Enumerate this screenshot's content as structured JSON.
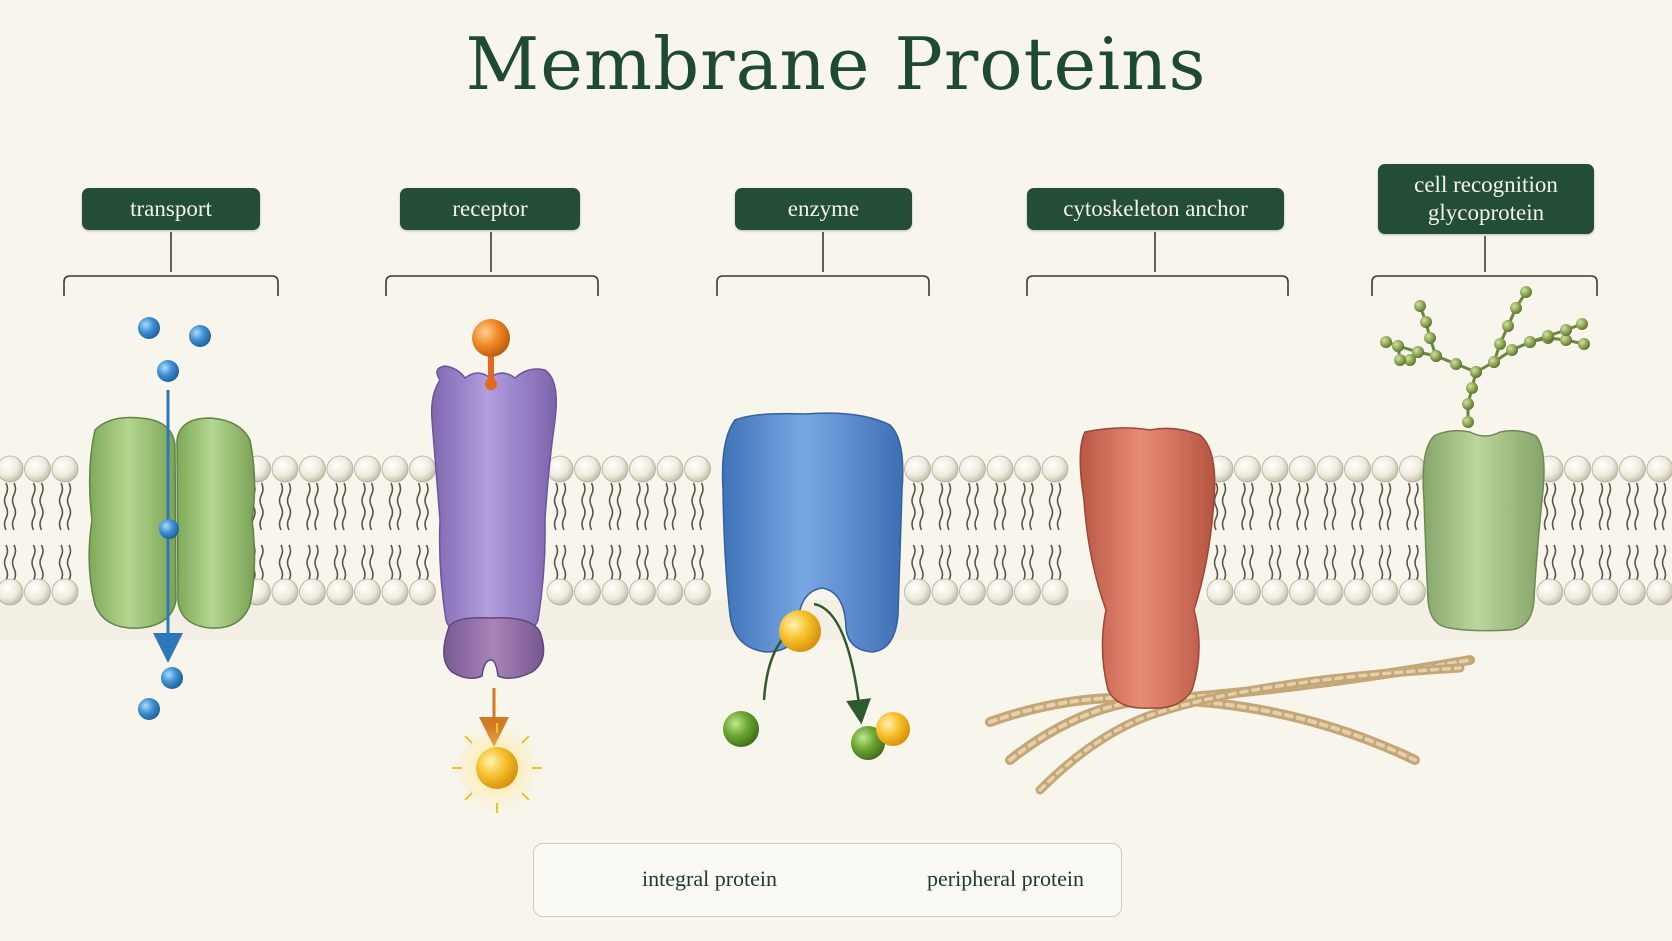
{
  "title": "Membrane Proteins",
  "labels": [
    {
      "id": "transport",
      "text": "transport"
    },
    {
      "id": "receptor",
      "text": "receptor"
    },
    {
      "id": "enzyme",
      "text": "enzyme"
    },
    {
      "id": "cytoskeleton",
      "text": "cytoskeleton anchor"
    },
    {
      "id": "glyco",
      "lines": [
        "cell recognition",
        "glycoprotein"
      ]
    }
  ],
  "legend": {
    "integral": "integral protein",
    "peripheral": "peripheral protein"
  },
  "colors": {
    "title": "#1f4a32",
    "label_bg": "#234d34",
    "transport_protein": "#9ec27a",
    "receptor_protein": "#9b83c9",
    "enzyme_protein": "#5b8ed0",
    "anchor_protein": "#d9735f",
    "glyco_protein": "#a9c48a",
    "ion": "#3d8fd0",
    "ligand": "#f08a24",
    "signal": "#f6c02c",
    "substrate_green": "#6aa531",
    "glycan": "#8aa350",
    "fiber": "#d2b98a",
    "lipid_head": "#efeadc"
  }
}
